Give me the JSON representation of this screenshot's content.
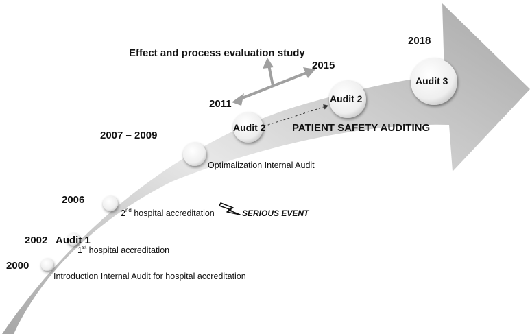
{
  "years": {
    "y2000": "2000",
    "y2002": "2002",
    "y2006": "2006",
    "y2007_2009": "2007 – 2009",
    "y2011": "2011",
    "y2015": "2015",
    "y2018": "2018"
  },
  "milestones": {
    "audit1": "Audit 1",
    "first_sup": "st",
    "first_base": "1",
    "first_accreditation": " hospital accreditation",
    "second_base": "2",
    "second_sup": "nd",
    "second_accreditation": " hospital accreditation",
    "serious_event": "SERIOUS EVENT",
    "introduction": "Introduction Internal Audit for hospital accreditation",
    "optimalization": "Optimalization Internal Audit",
    "audit2_first": "Audit 2",
    "audit2_second": "Audit 2",
    "audit3": "Audit 3",
    "patient_safety": "PATIENT SAFETY AUDITING",
    "evaluation_study": "Effect and process evaluation study"
  },
  "colors": {
    "arrow_light": "#ededed",
    "arrow_dark": "#a6a6a6",
    "evaluation_arrow": "#a0a0a0",
    "circle_fill": "#f4f4f4"
  },
  "icons": {
    "lightning": "lightning-icon"
  }
}
